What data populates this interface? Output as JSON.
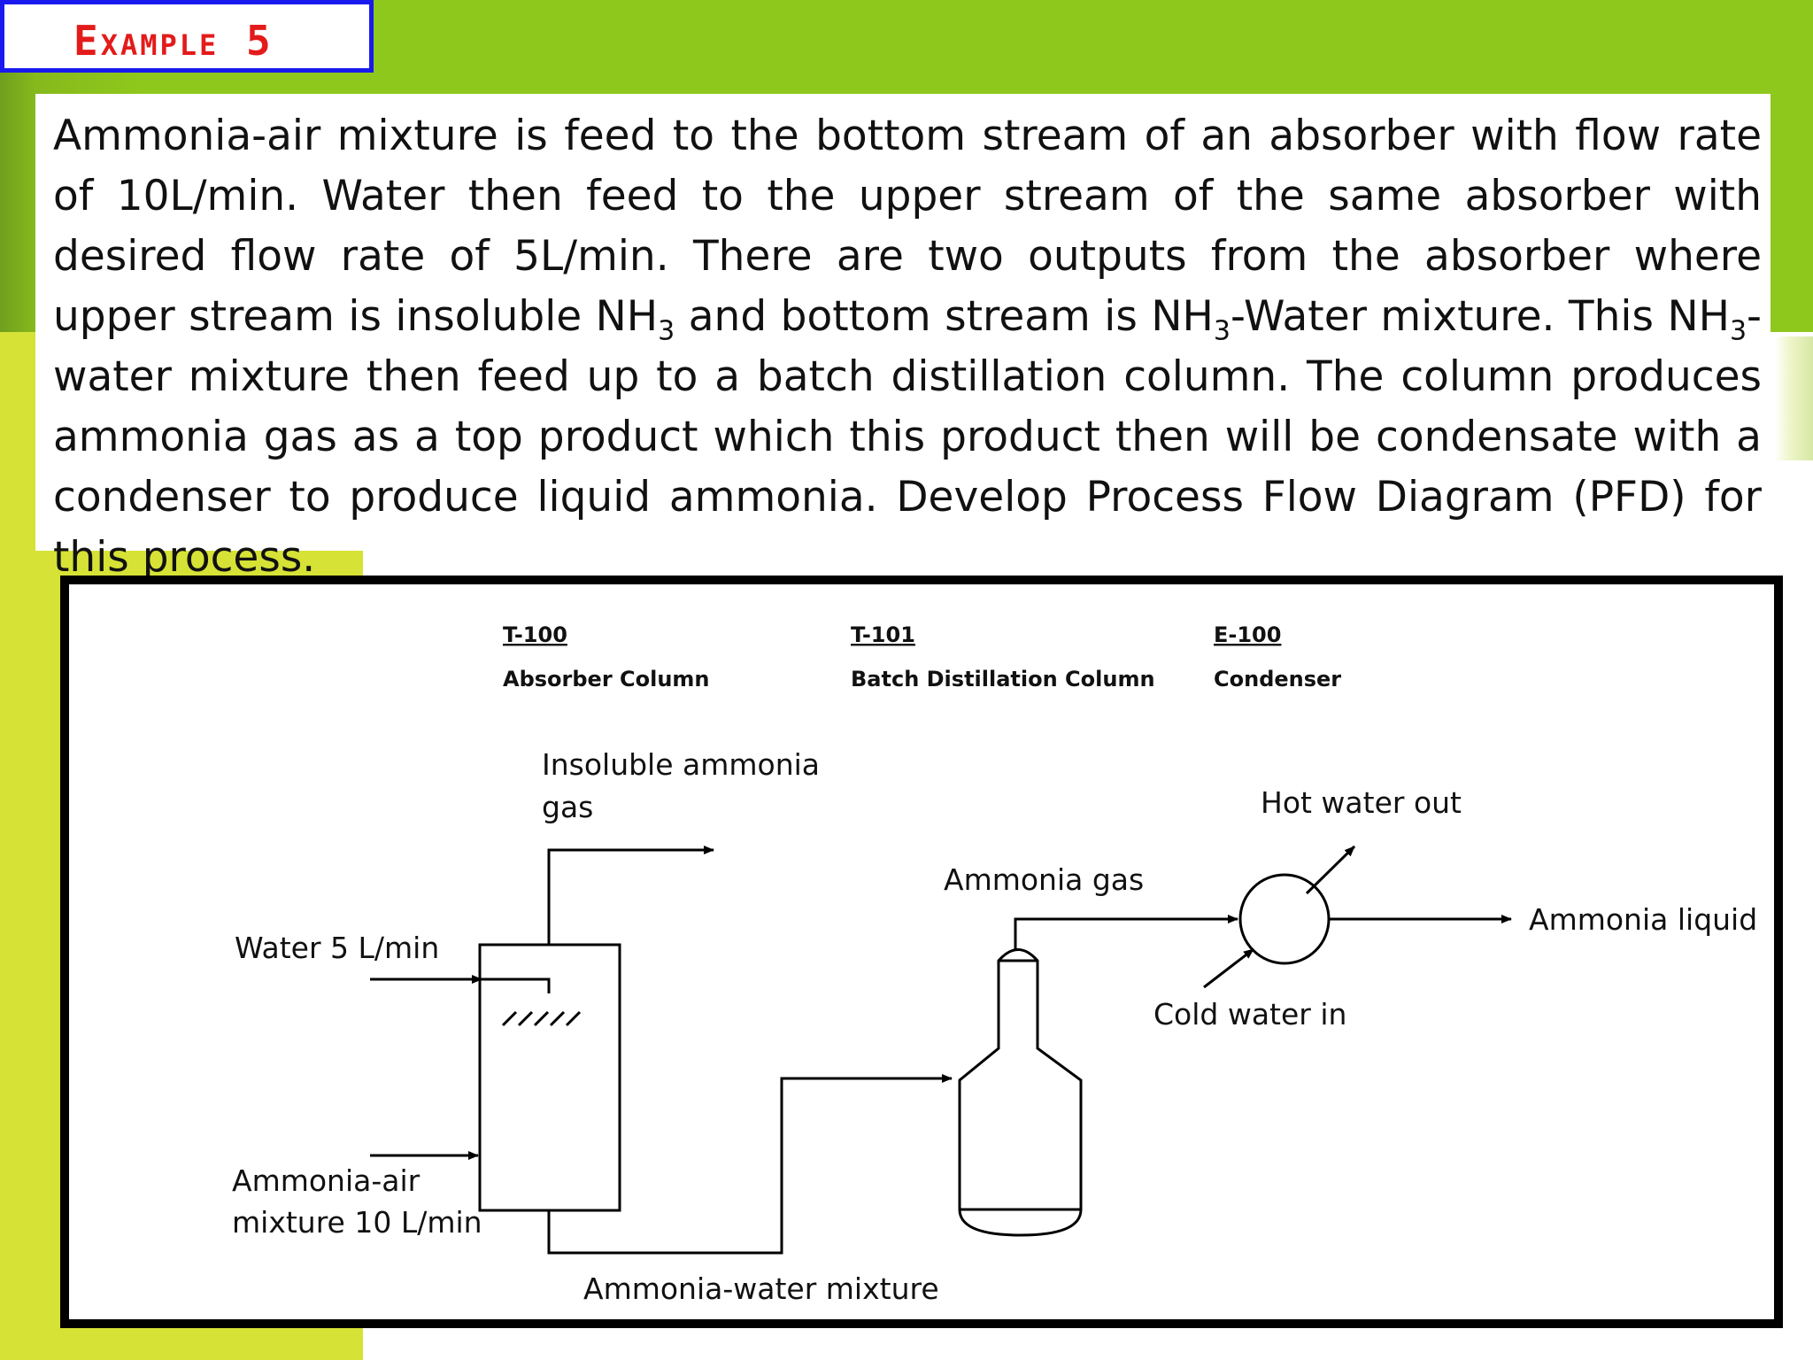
{
  "title": "Example 5",
  "problem": {
    "line1": "Ammonia-air mixture is feed to the bottom stream of an absorber with flow rate of",
    "line2": "10L/min. Water then feed to the upper stream of the same absorber with desired",
    "line3": "flow rate of 5L/min. There are two outputs from the absorber where upper stream",
    "line4_a": "is insoluble NH",
    "line4_sub1": "3",
    "line4_b": " and bottom stream is NH",
    "line4_sub2": "3",
    "line4_c": "-Water mixture. This NH",
    "line4_sub3": "3",
    "line4_d": "-water mixture",
    "line5": "then feed up to a batch distillation column. The column produces ammonia gas as a",
    "line6": "top product which this product then will be condensate with a condenser to",
    "line7": "produce liquid ammonia.  Develop Process Flow Diagram (PFD) for this process."
  },
  "equipment": [
    {
      "tag": "T-100",
      "name": "Absorber Column"
    },
    {
      "tag": "T-101",
      "name": "Batch Distillation Column"
    },
    {
      "tag": "E-100",
      "name": "Condenser"
    }
  ],
  "streams": {
    "insoluble_line1": "Insoluble ammonia",
    "insoluble_line2": "gas",
    "water_in": "Water 5 L/min",
    "ammonia_air_line1": "Ammonia-air",
    "ammonia_air_line2": "mixture 10 L/min",
    "ammonia_water": "Ammonia-water mixture",
    "ammonia_gas": "Ammonia gas",
    "hot_water_out": "Hot water out",
    "cold_water_in": "Cold water in",
    "ammonia_liquid": "Ammonia liquid"
  }
}
